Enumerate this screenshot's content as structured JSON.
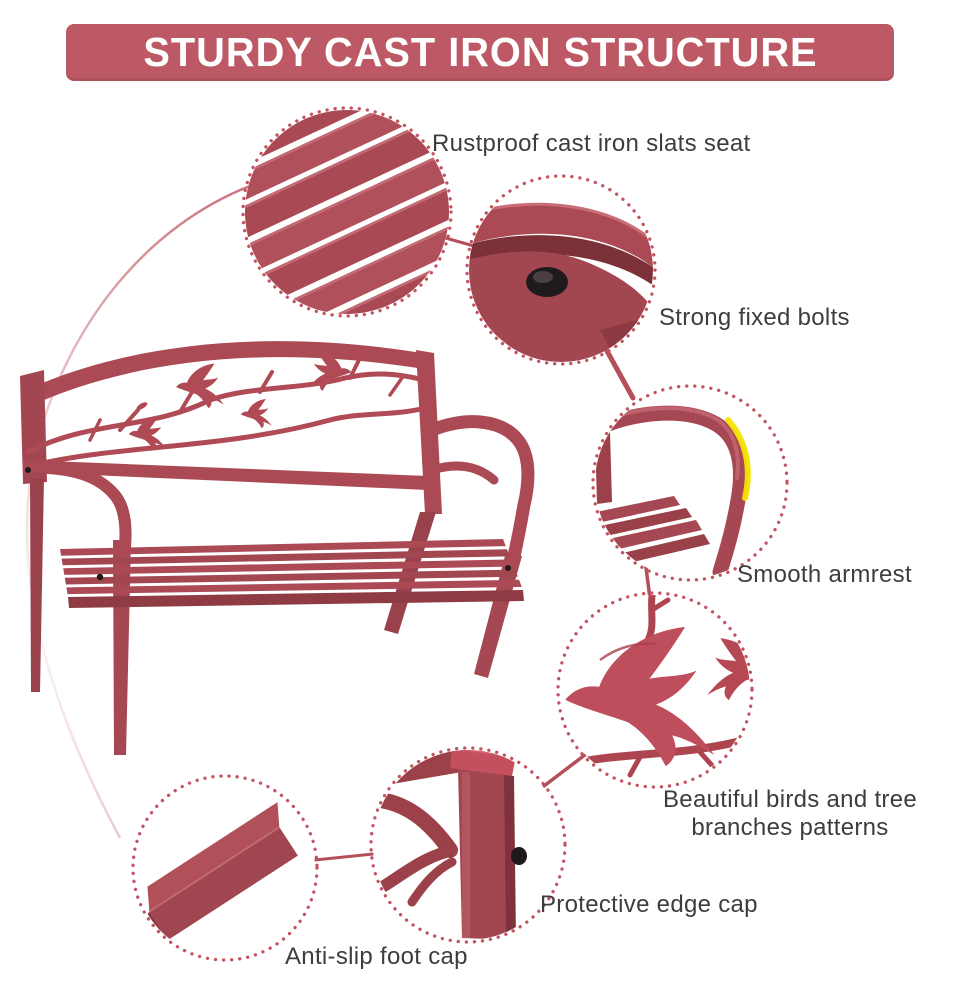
{
  "header": {
    "title": "STURDY CAST IRON STRUCTURE"
  },
  "product": {
    "description": "Red cast iron garden bench with birds and tree branches backrest pattern"
  },
  "callouts": [
    {
      "id": "slats-seat",
      "label": "Rustproof cast iron slats seat"
    },
    {
      "id": "fixed-bolts",
      "label": "Strong fixed bolts"
    },
    {
      "id": "armrest",
      "label": "Smooth armrest"
    },
    {
      "id": "birds-pattern",
      "label": "Beautiful birds and tree branches patterns"
    },
    {
      "id": "edge-cap",
      "label": "Protective edge cap"
    },
    {
      "id": "foot-cap",
      "label": "Anti-slip foot cap"
    }
  ],
  "colors": {
    "banner_bg": "#bd5964",
    "banner_text": "#ffffff",
    "bench_red": "#ab4a54",
    "pattern_red": "#bf4e5c",
    "highlight_yellow": "#f6e400",
    "dotted_ring": "#c25460",
    "label_text": "#3d3d3d",
    "bolt_black": "#1f1b1d"
  }
}
